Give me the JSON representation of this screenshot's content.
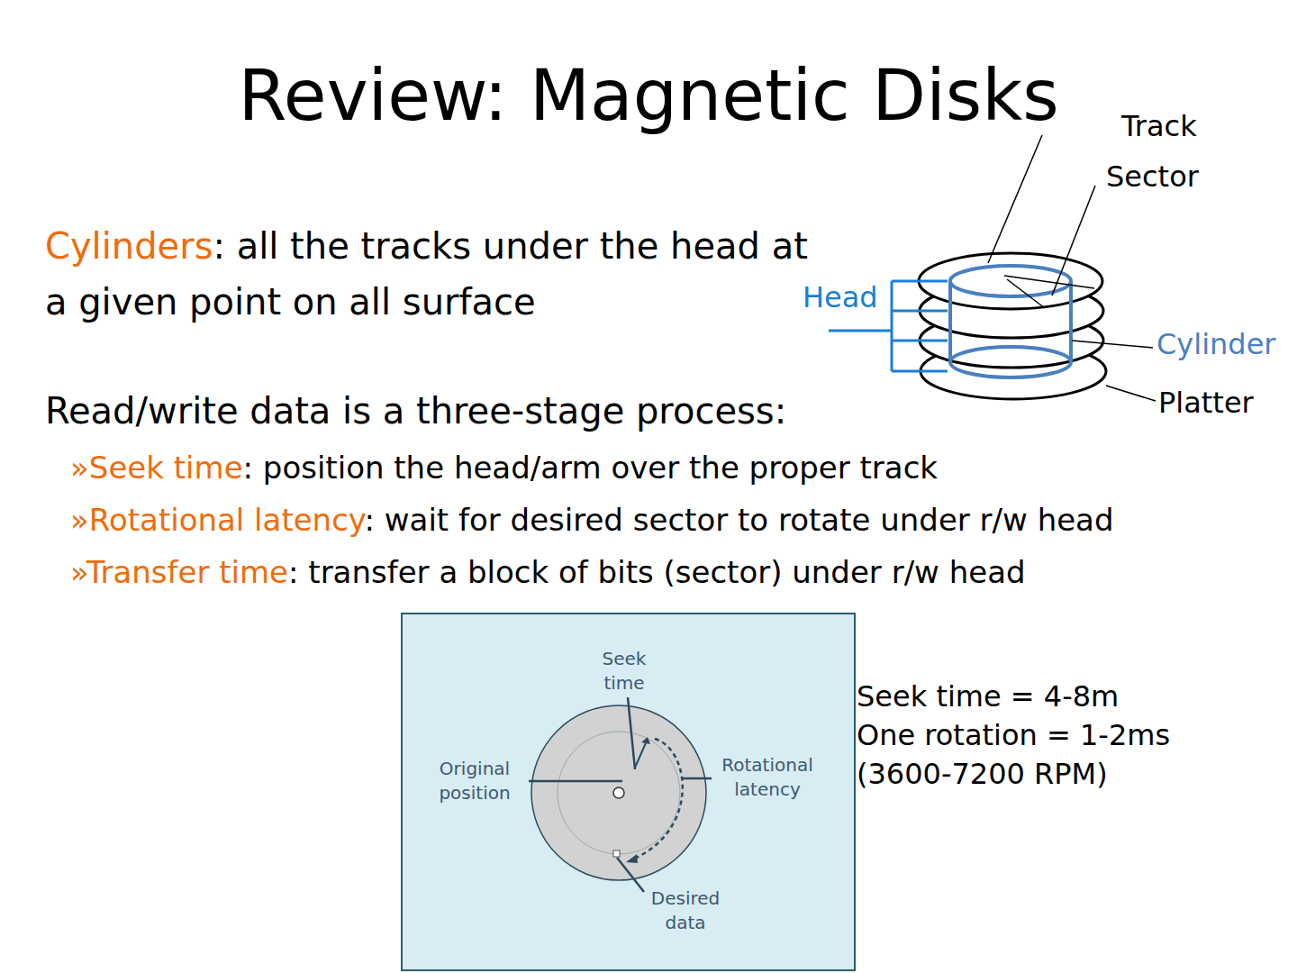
{
  "diagram": {
    "title": "Review: Magnetic Disks",
    "nodes": [
      {
        "text": [
          "Seek time",
          "Original position",
          "Rotational latency",
          "Desired data"
        ]
      }
    ],
    "labels": [
      "Cylinders",
      ": all the tracks under the head at a given point on all surface",
      "Read/write data is a three-stage process:",
      "»",
      "Seek time",
      ": position the head/arm over the proper track",
      "»",
      "Rotational latency",
      ": wait for desired sector to rotate under r/w head",
      "»",
      "Transfer time",
      ": transfer a block of bits (sector) under r/w head",
      "Track",
      "Sector",
      "Head",
      "Cylinder",
      "Platter",
      "Seek time = 4-8m",
      "One rotation = 1-2ms",
      "(3600-7200 RPM)"
    ]
  }
}
